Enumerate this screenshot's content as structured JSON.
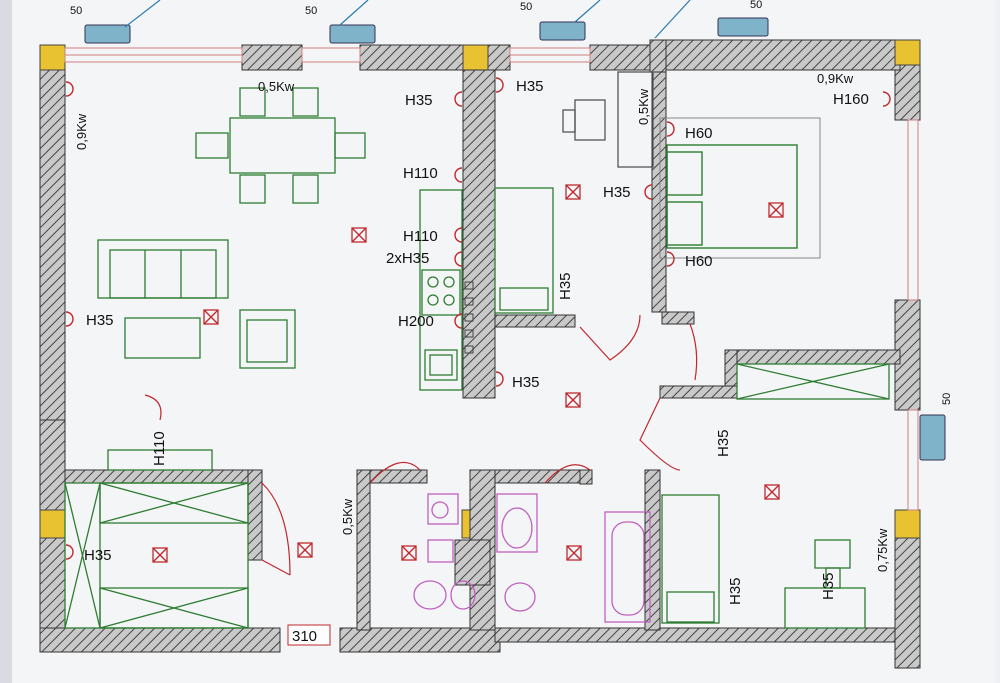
{
  "plan": {
    "room_number": "310",
    "labels": {
      "pw_top_left": "50",
      "pw_top_mid": "50",
      "pw_top_mid2": "50",
      "pw_top_right": "50",
      "pw_right": "50",
      "kw_dining": "0,5Kw",
      "kw_left": "0,9Kw",
      "kw_top_right": "0,9Kw",
      "kw_study": "0,5Kw",
      "kw_bath_left": "0,5Kw",
      "kw_laundry": "0,75Kw",
      "h35_corr_left": "H35",
      "h35_corr_right": "H35",
      "h110_kitchen": "H110",
      "h110_kitchen2": "H110",
      "h2x35": "2xH35",
      "h200": "H200",
      "h35_kitchen_low": "H35",
      "h35_living": "H35",
      "h110_closet": "H110",
      "h35_closet": "H35",
      "h35_study": "H35",
      "h60_bed_top": "H60",
      "h60_bed_bottom": "H60",
      "h160": "H160",
      "h35_hall": "H35",
      "h35_room_bottom": "H35",
      "h35_laundry": "H35",
      "h35_vertical": "H35"
    }
  }
}
